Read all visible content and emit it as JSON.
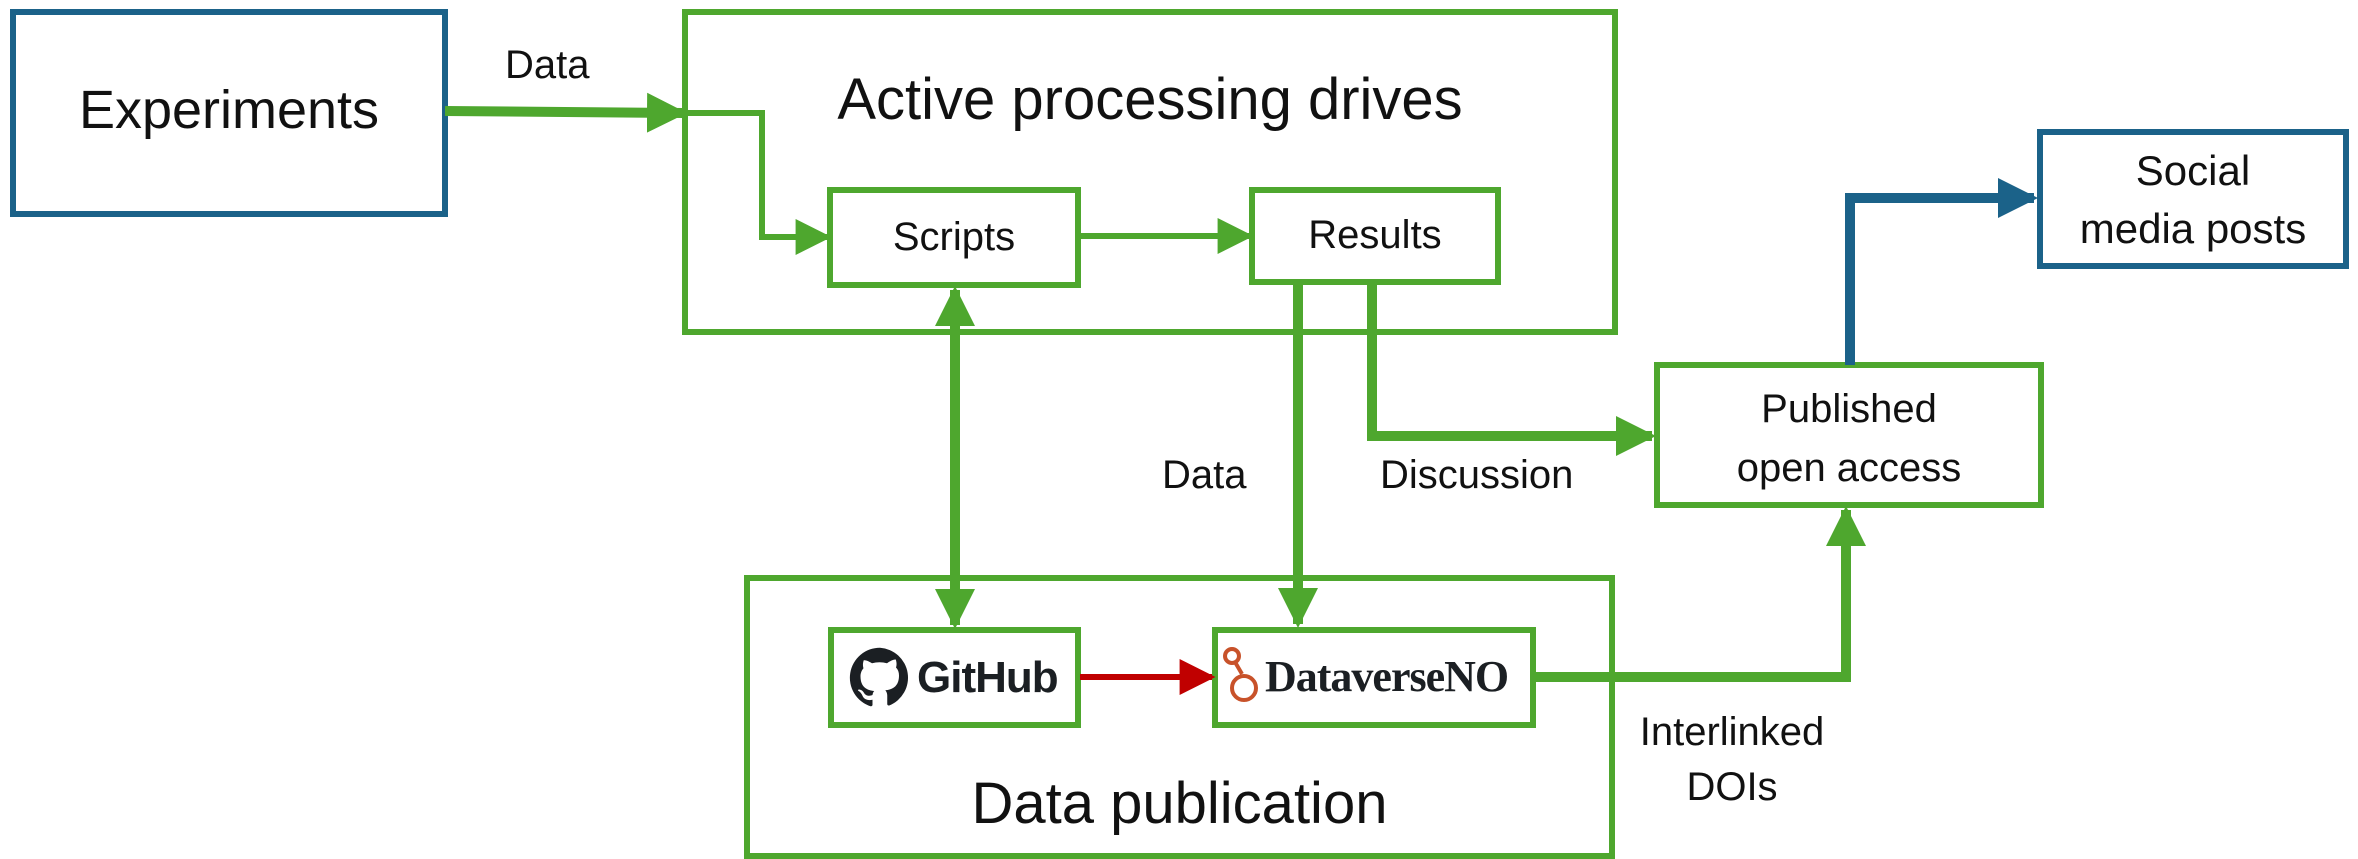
{
  "boxes": {
    "experiments": "Experiments",
    "active_processing": "Active processing drives",
    "scripts": "Scripts",
    "results": "Results",
    "published_open_access": [
      "Published",
      "open access"
    ],
    "social_media": [
      "Social",
      "media posts"
    ],
    "data_publication": "Data publication"
  },
  "logos": {
    "github": "GitHub",
    "dataverse": "DataverseNO"
  },
  "edge_labels": {
    "data_top": "Data",
    "data_mid": "Data",
    "discussion": "Discussion",
    "interlinked_dois": [
      "Interlinked",
      "DOIs"
    ]
  },
  "colors": {
    "green": "#4ea72e",
    "blue": "#1b6289",
    "red": "#c00000",
    "dataverse_orange": "#c8522a",
    "text": "#111111"
  },
  "icons": {
    "github": "github-octocat-icon",
    "dataverse": "dataverse-node-icon"
  }
}
